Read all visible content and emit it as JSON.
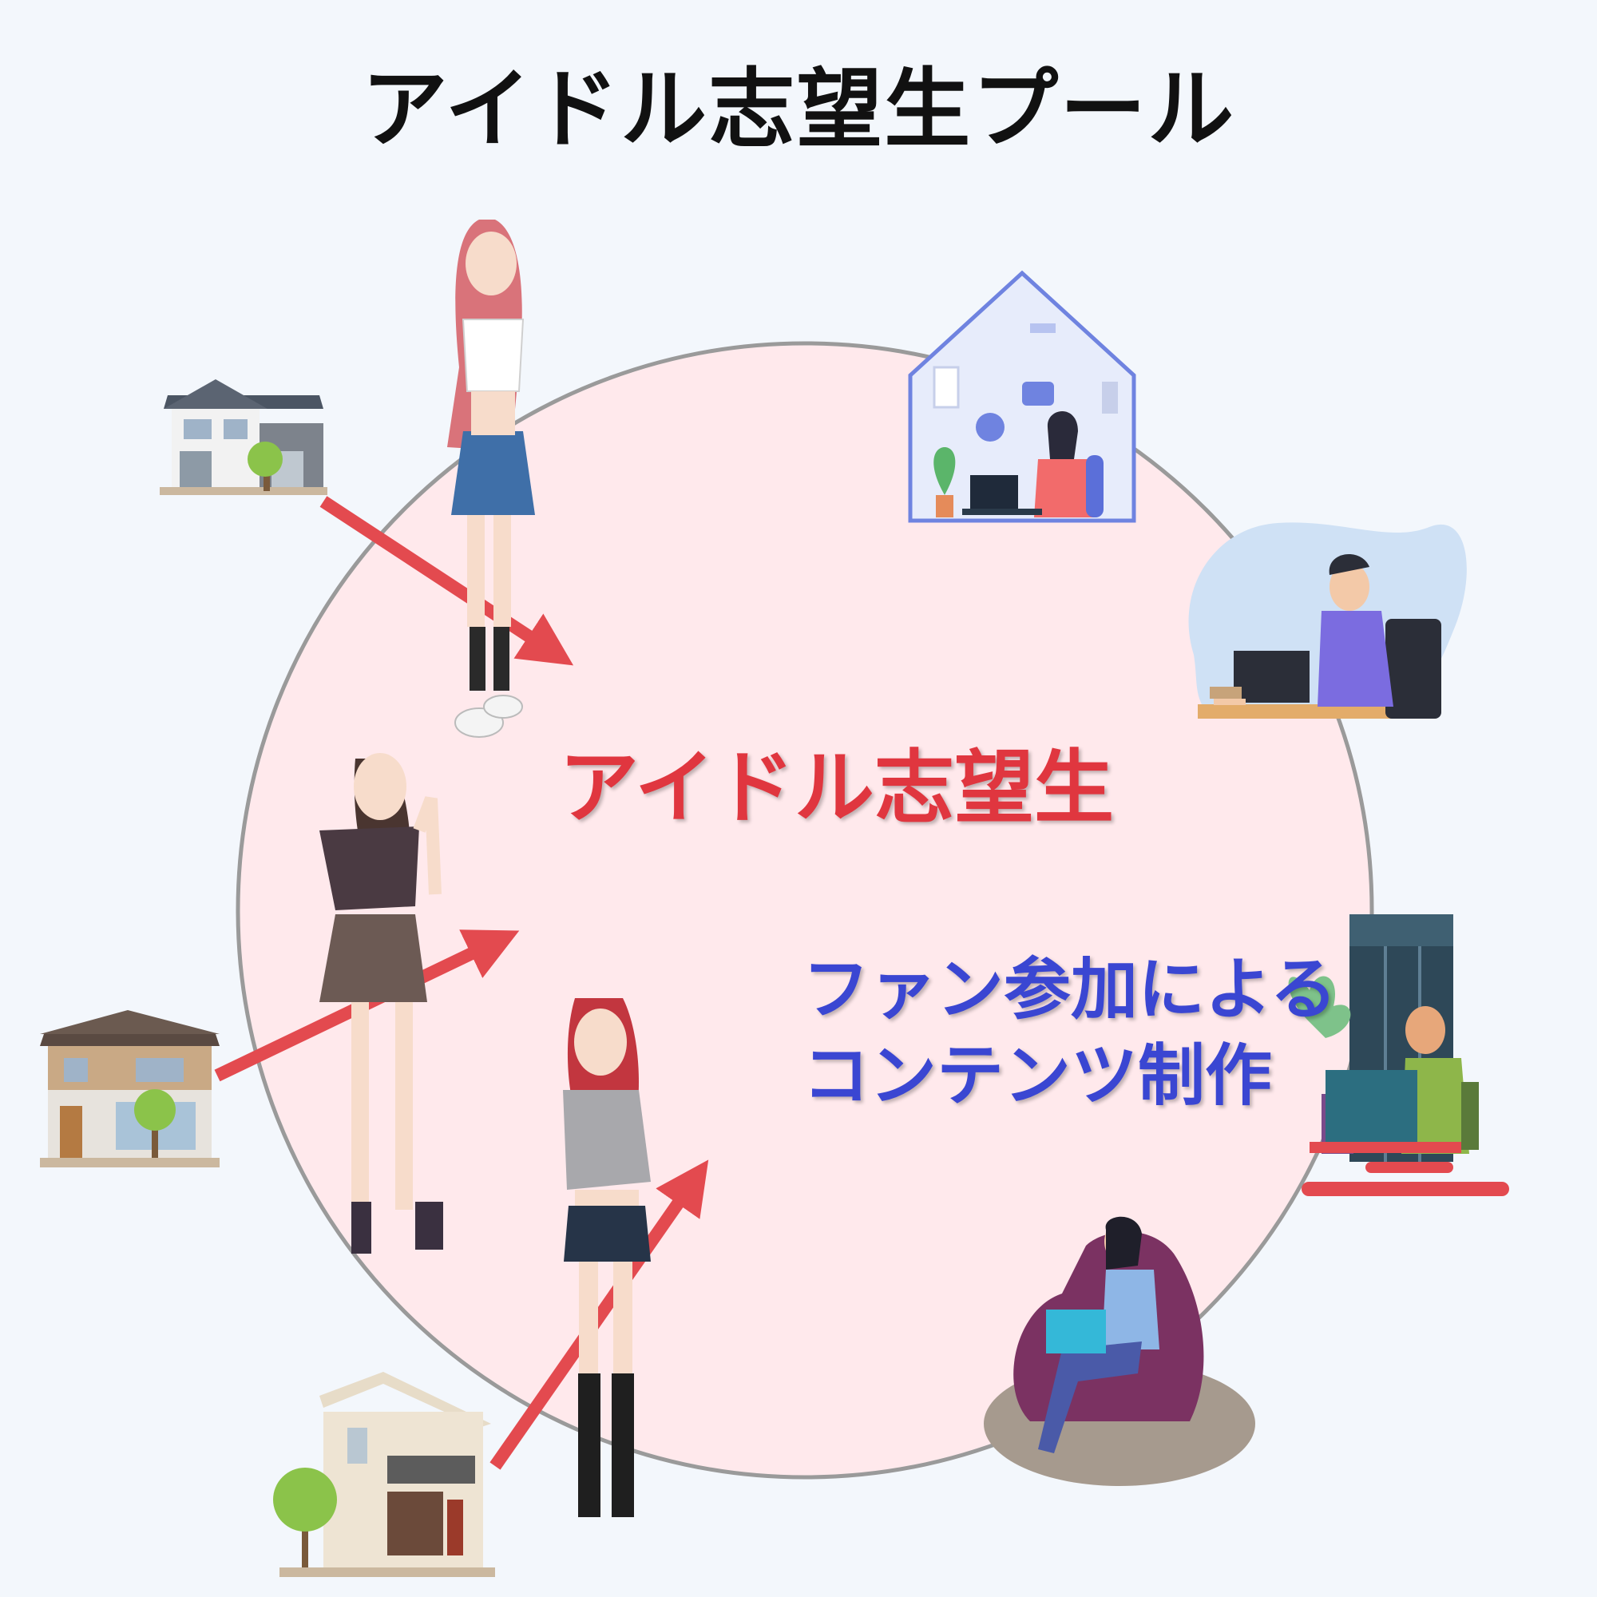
{
  "title": "アイドル志望生プール",
  "center_label": "アイドル志望生",
  "fan_label": {
    "line1": "ファン参加による",
    "line2": "コンテンツ制作"
  },
  "colors": {
    "background": "#f3f7fc",
    "pool_fill": "#ffe9ec",
    "pool_stroke": "#9a9a9a",
    "arrow": "#e34a4f",
    "title_text": "#111111",
    "center_text": "#e0363f",
    "fan_text": "#3a46d2"
  },
  "icons": [
    "house-icon",
    "idol-girl-figure",
    "arrow-right-icon",
    "remote-worker-figure",
    "laptop-icon"
  ]
}
